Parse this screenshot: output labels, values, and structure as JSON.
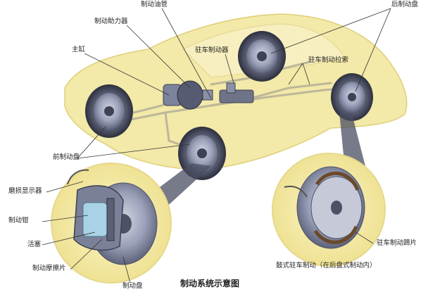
{
  "title": "制动系统示意图",
  "labels": {
    "brake_pipe": "制动油管",
    "rear_disc": "后制动盘",
    "booster": "制动助力器",
    "master_cylinder": "主缸",
    "parking_brake": "驻车制动器",
    "parking_cable": "驻车制动拉索",
    "front_disc": "前制动盘",
    "wear_indicator": "磨损显示器",
    "caliper": "制动钳",
    "piston": "活塞",
    "brake_pad": "制动摩擦片",
    "brake_disc": "制动盘",
    "parking_shoe": "驻车制动蹄片",
    "drum_parking": "鼓式驻车制动（在后盘式制动内）"
  },
  "colors": {
    "car_body": "#efe29a",
    "car_outline": "#d9c86a",
    "tire": "#3e4254",
    "disc": "#8f95ad",
    "pipe": "#c8c4a8",
    "callout_circle": "#f1e9a4"
  }
}
